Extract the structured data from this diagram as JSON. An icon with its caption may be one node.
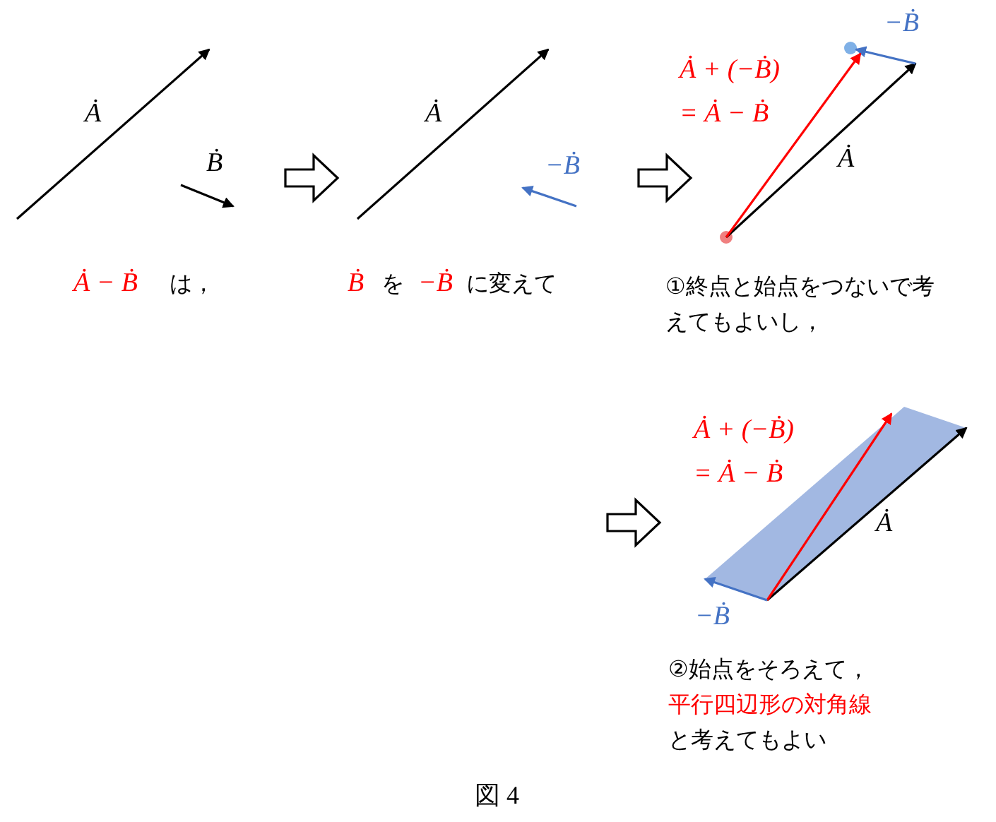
{
  "diagram": {
    "caption": "図 4",
    "labels": [
      "Ȧ",
      "Ḃ",
      "Ȧ − Ḃ",
      "は，",
      "Ȧ",
      "−Ḃ",
      "Ḃ",
      "を",
      "−Ḃ",
      "に変えて",
      "−Ḃ",
      "Ȧ + (−Ḃ)",
      "= Ȧ − Ḃ",
      "Ȧ",
      "①終点と始点をつないで考えてもよいし，",
      "Ȧ + (−Ḃ)",
      "= Ȧ − Ḃ",
      "Ȧ",
      "−Ḃ",
      "②始点をそろえて，",
      "平行四辺形の対角線",
      "と考えてもよい"
    ]
  }
}
